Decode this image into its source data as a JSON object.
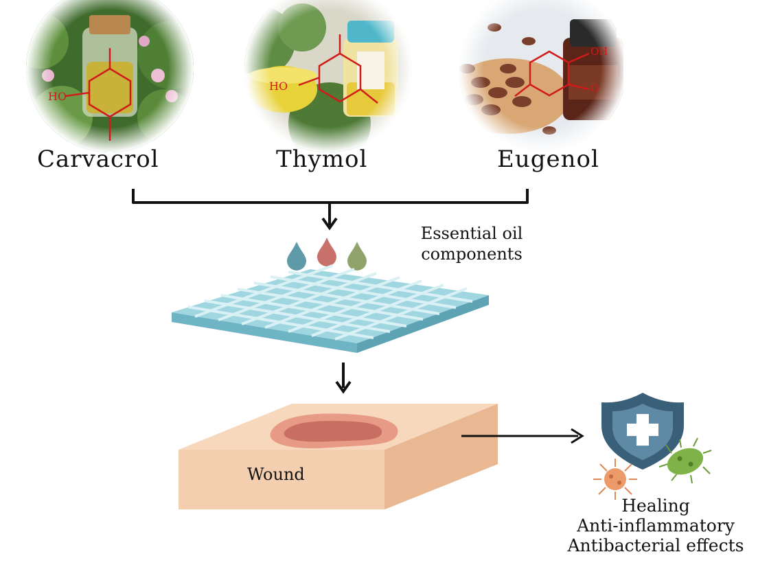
{
  "compounds": [
    {
      "name": "Carvacrol",
      "formula_labels": [
        "HO"
      ]
    },
    {
      "name": "Thymol",
      "formula_labels": [
        "HO"
      ]
    },
    {
      "name": "Eugenol",
      "formula_labels": [
        "OH",
        "O"
      ]
    }
  ],
  "essential_oil_label": [
    "Essential oil",
    "components"
  ],
  "drop_colors": [
    "#5f9aa8",
    "#c8716a",
    "#8fa36a"
  ],
  "wound_label": "Wound",
  "effects": [
    "Healing",
    "Anti-inflammatory",
    "Antibacterial effects"
  ],
  "colors": {
    "mesh": "#8fd0dc",
    "skin": "#f6d2b4",
    "wound": "#c86e62",
    "shield": "#3a5f78",
    "formula": "#d11a1a"
  }
}
